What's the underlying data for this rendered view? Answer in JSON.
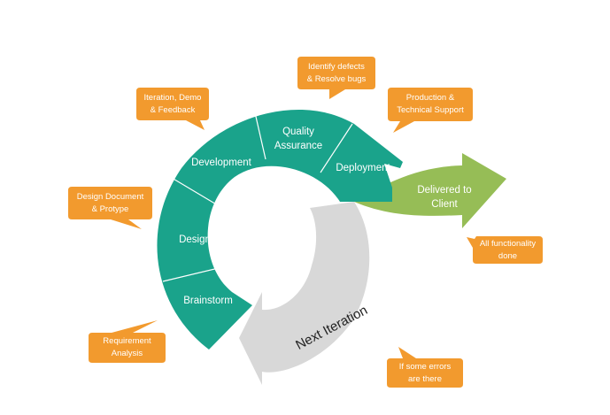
{
  "colors": {
    "teal": "#1aa38b",
    "green": "#96bd56",
    "gray": "#d8d8d8",
    "orange": "#f29a2e"
  },
  "cycle": {
    "segments": [
      {
        "id": "brainstorm",
        "label": "Brainstorm"
      },
      {
        "id": "design",
        "label": "Design"
      },
      {
        "id": "development",
        "label": "Development"
      },
      {
        "id": "quality",
        "label": "Quality\nAssurance"
      },
      {
        "id": "deployment",
        "label": "Deployment"
      }
    ],
    "delivered": "Delivered to\nClient",
    "next_iteration": "Next Iteration"
  },
  "callouts": [
    {
      "id": "iteration-demo",
      "text": "Iteration, Demo\n& Feedback"
    },
    {
      "id": "identify-defects",
      "text": "Identify defects\n& Resolve bugs"
    },
    {
      "id": "production-support",
      "text": "Production &\nTechnical Support"
    },
    {
      "id": "design-document",
      "text": "Design Document\n& Protype"
    },
    {
      "id": "all-functionality",
      "text": "All functionality\ndone"
    },
    {
      "id": "requirement-analysis",
      "text": "Requirement\nAnalysis"
    },
    {
      "id": "some-errors",
      "text": "If some errors\nare there"
    }
  ]
}
